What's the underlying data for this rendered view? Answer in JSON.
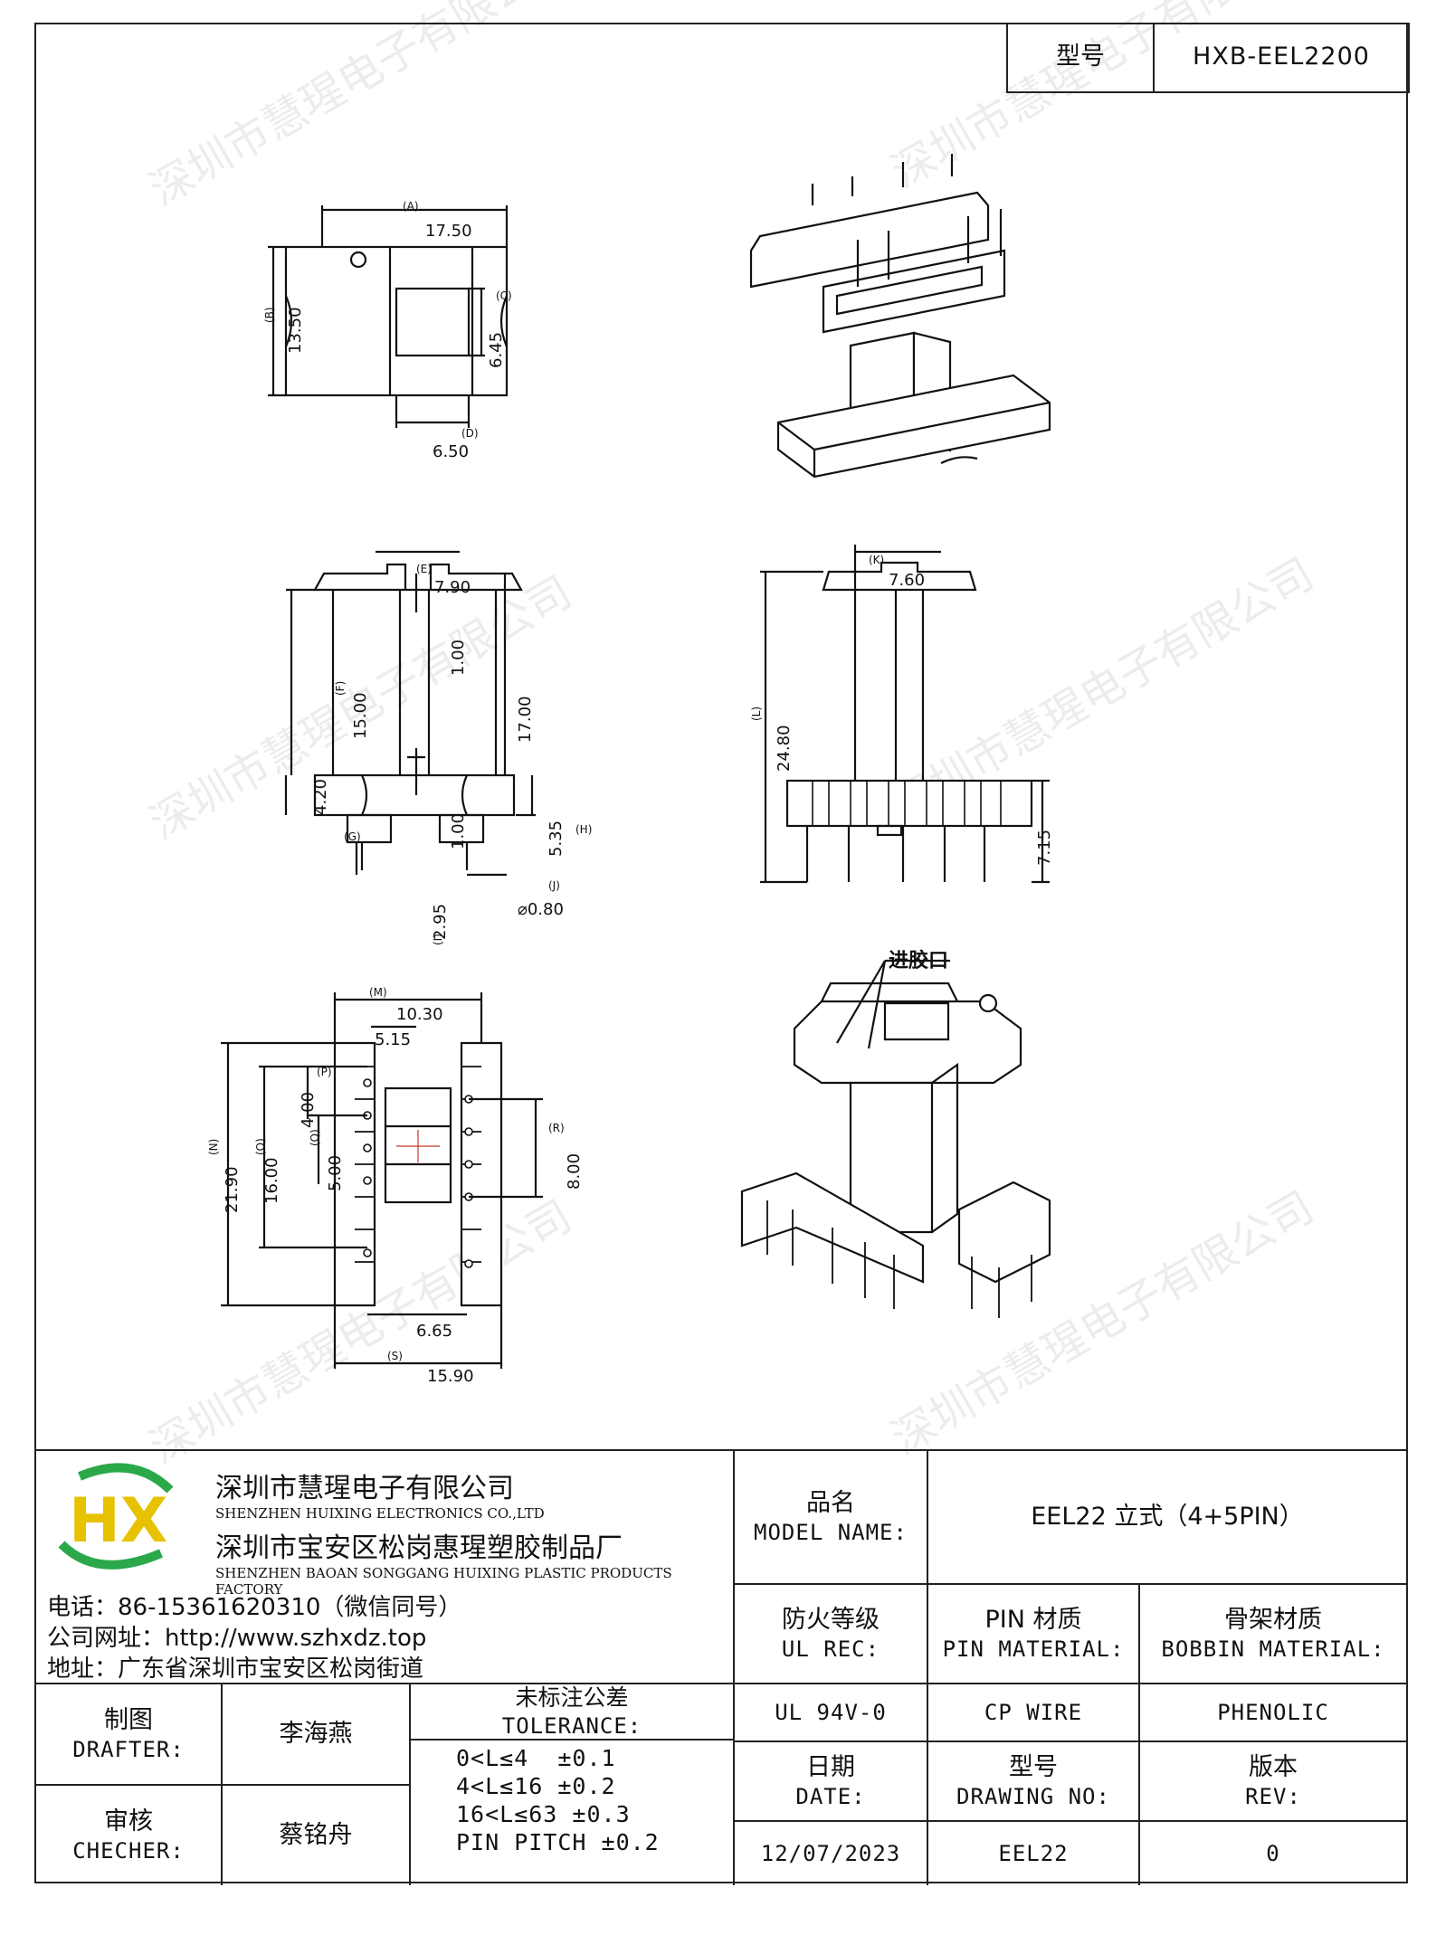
{
  "model_box": {
    "label": "型号",
    "value": "HXB-EEL2200"
  },
  "drawing_labels": {
    "A": "(A)",
    "B": "(B)",
    "C": "(C)",
    "D": "(D)",
    "E": "(E)",
    "F": "(F)",
    "G": "(G)",
    "H": "(H)",
    "I": "(I)",
    "J": "(J)",
    "K": "(K)",
    "L": "(L)",
    "M": "(M)",
    "N": "(N)",
    "O": "(O)",
    "P": "(P)",
    "Q": "(Q)",
    "R": "(R)",
    "S": "(S)"
  },
  "dimensions": {
    "A": "17.50",
    "B": "13.50",
    "C": "6.45",
    "D": "6.50",
    "E": "7.90",
    "F": "15.00",
    "F2": "1.00",
    "F3": "17.00",
    "G": "4.20",
    "G2": "1.00",
    "H": "5.35",
    "I": "2.95",
    "J": "⌀0.80",
    "K": "7.60",
    "L": "24.80",
    "L2": "7.15",
    "M": "10.30",
    "M2": "5.15",
    "N": "21.90",
    "O": "16.00",
    "P": "4.00",
    "Q": "5.00",
    "R": "8.00",
    "S2": "6.65",
    "S": "15.90"
  },
  "callout": "进胶口",
  "company": {
    "name_cn": "深圳市慧瑆电子有限公司",
    "name_en": "SHENZHEN HUIXING ELECTRONICS CO.,LTD",
    "factory_cn": "深圳市宝安区松岗惠瑆塑胶制品厂",
    "factory_en": "SHENZHEN BAOAN SONGGANG HUIXING PLASTIC PRODUCTS FACTORY",
    "phone": "电话：86-15361620310（微信同号）",
    "web": "公司网址：http://www.szhxdz.top",
    "address": "地址：广东省深圳市宝安区松岗街道",
    "logo_text": "HX"
  },
  "titleblock": {
    "model_name_cn": "品名",
    "model_name_en": "MODEL NAME:",
    "model_name_value": "EEL22 立式（4+5PIN）",
    "ul_cn": "防火等级",
    "ul_en": "UL REC:",
    "pin_cn": "PIN 材质",
    "pin_en": "PIN MATERIAL:",
    "bobbin_cn": "骨架材质",
    "bobbin_en": "BOBBIN MATERIAL:",
    "ul_value": "UL 94V-0",
    "pin_value": "CP WIRE",
    "bobbin_value": "PHENOLIC",
    "drafter_cn": "制图",
    "drafter_en": "DRAFTER:",
    "drafter_name": "李海燕",
    "checker_cn": "审核",
    "checker_en": "CHECHER:",
    "checker_name": "蔡铭舟",
    "tol_cn": "未标注公差",
    "tol_en": "TOLERANCE:",
    "tol_lines": [
      "0<L≤4  ±0.1",
      "4<L≤16 ±0.2",
      "16<L≤63 ±0.3",
      "PIN PITCH ±0.2"
    ],
    "date_cn": "日期",
    "date_en": "DATE:",
    "date_value": "12/07/2023",
    "dwg_cn": "型号",
    "dwg_en": "DRAWING NO:",
    "dwg_value": "EEL22",
    "rev_cn": "版本",
    "rev_en": "REV:",
    "rev_value": "0"
  },
  "watermark": "深圳市慧瑆电子有限公司",
  "colors": {
    "line": "#111111",
    "logo_green": "#2aa84a",
    "logo_yellow": "#e6c200",
    "logo_blue": "#1a4fa0",
    "center_mark": "#c0392b"
  }
}
